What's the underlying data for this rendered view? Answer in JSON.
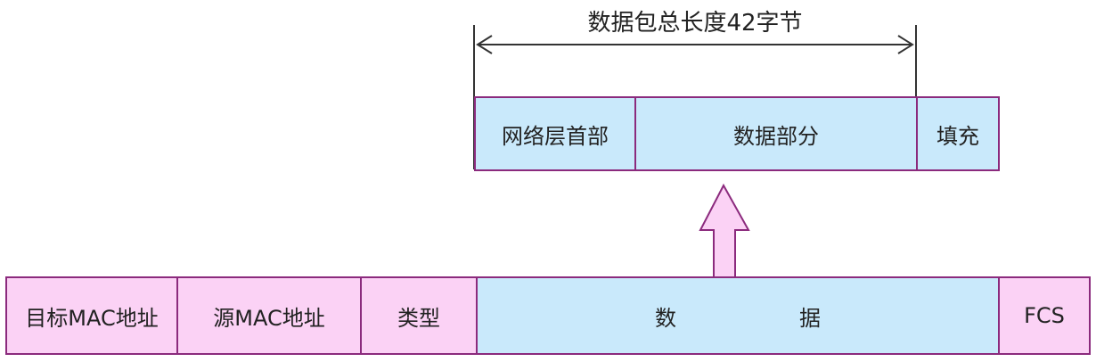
{
  "diagram": {
    "total_length_label": "数据包总长度42字节",
    "upper_row": [
      {
        "label": "网络层首部"
      },
      {
        "label": "数据部分"
      },
      {
        "label": "填充"
      }
    ],
    "lower_row": [
      {
        "label": "目标MAC地址"
      },
      {
        "label": "源MAC地址"
      },
      {
        "label": "类型"
      },
      {
        "label_left": "数",
        "label_right": "据"
      },
      {
        "label": "FCS"
      }
    ],
    "colors": {
      "border": "#8b2a7d",
      "blue_fill": "#c9e9fb",
      "pink_fill": "#fbd2f5",
      "arrow_fill": "#fbd2f5",
      "dimension_line": "#333333"
    }
  }
}
